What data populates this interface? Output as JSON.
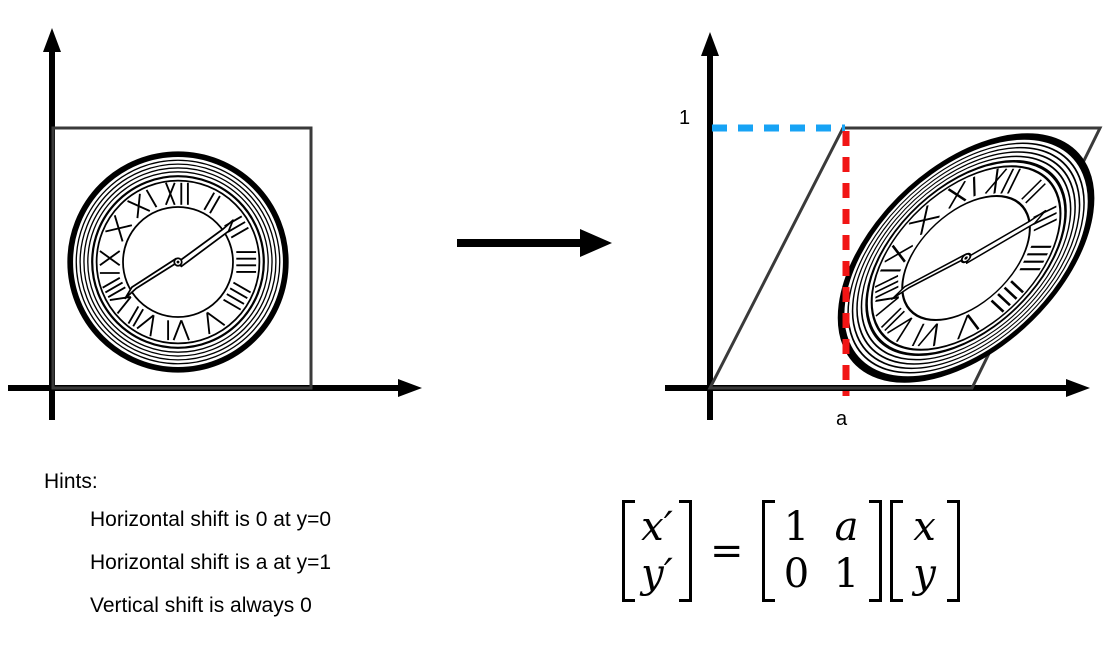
{
  "figure": {
    "title_semantic": "shear-transformation-of-clock",
    "left_panel": {
      "name": "original-clock-in-unit-square",
      "shape": "square",
      "clock": {
        "hour_marks": [
          "XII",
          "I",
          "II",
          "III",
          "IIII",
          "V",
          "VI",
          "VII",
          "VIII",
          "IX",
          "X",
          "XI"
        ],
        "hands": [
          "minute-hand",
          "hour-hand"
        ]
      }
    },
    "arrow": {
      "name": "transformation-arrow",
      "direction": "right"
    },
    "right_panel": {
      "name": "sheared-clock-in-parallelogram",
      "shape": "parallelogram",
      "y_tick_label": "1",
      "x_tick_label": "a",
      "guide_lines": {
        "horizontal_label": "1",
        "vertical_label": "a",
        "horizontal_color": "#17a3f5",
        "vertical_color": "#f11515"
      },
      "clock": {
        "hour_marks": [
          "XII",
          "I",
          "II",
          "III",
          "IIII",
          "V",
          "VI",
          "VII",
          "VIII",
          "IX",
          "X",
          "XI"
        ],
        "hands": [
          "minute-hand",
          "hour-hand"
        ]
      }
    }
  },
  "hints": {
    "title": "Hints:",
    "items": [
      "Horizontal shift is 0 at y=0",
      "Horizontal shift is a at y=1",
      "Vertical shift is always 0"
    ]
  },
  "equation": {
    "name": "shear-matrix-equation",
    "output_vector": [
      "x′",
      "y′"
    ],
    "equals": "=",
    "matrix": [
      [
        "1",
        "a"
      ],
      [
        "0",
        "1"
      ]
    ],
    "input_vector": [
      "x",
      "y"
    ]
  },
  "colors": {
    "axis": "#000000",
    "shape_outline": "#333333",
    "blue_dashed": "#17a3f5",
    "red_dashed": "#f11515",
    "text": "#000000",
    "background": "#ffffff"
  }
}
